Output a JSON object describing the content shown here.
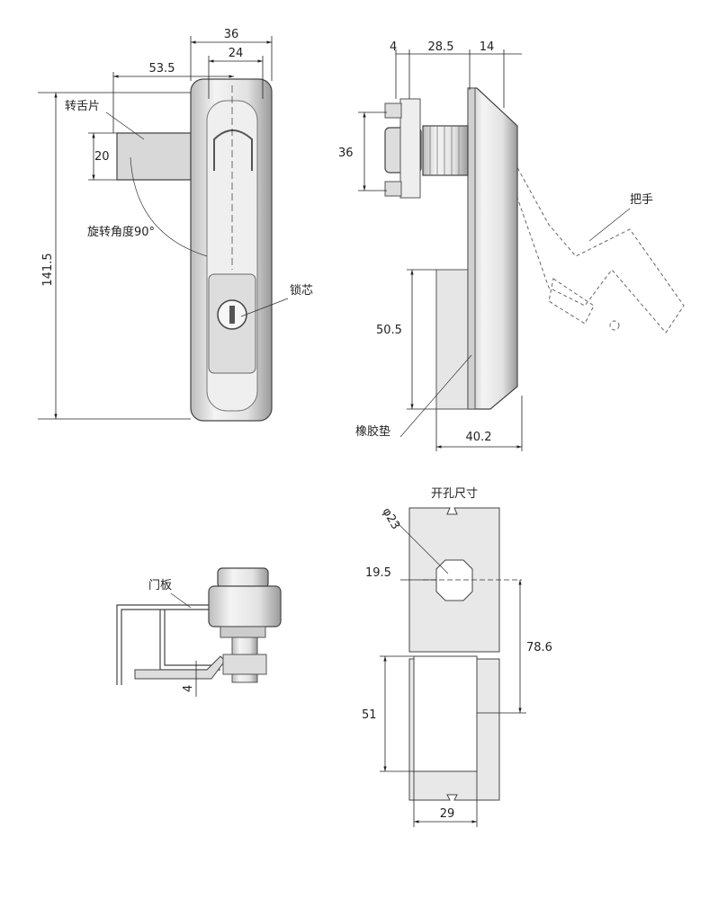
{
  "front_view": {
    "dim_width_total": "36",
    "dim_width_inner": "24",
    "dim_tongue_offset": "53.5",
    "label_tongue": "转舌片",
    "dim_tongue_height": "20",
    "label_rotation": "旋转角度90°",
    "dim_height_total": "141.5",
    "label_lock_core": "锁芯"
  },
  "side_view": {
    "dim_a": "4",
    "dim_b": "28.5",
    "dim_c": "14",
    "dim_bolt_spacing": "36",
    "label_handle": "把手",
    "dim_gasket_height": "50.5",
    "label_gasket": "橡胶垫",
    "dim_depth": "40.2"
  },
  "mount_view": {
    "label_door_panel": "门板",
    "dim_thickness": "4"
  },
  "cutout_view": {
    "title": "开孔尺寸",
    "dim_hole_diameter": "φ23",
    "dim_hole_flat": "19.5",
    "dim_spacing": "78.6",
    "dim_slot_height": "51",
    "dim_slot_width": "29"
  },
  "colors": {
    "line": "#222222",
    "fill_light": "#e8e8e8",
    "fill_mid": "#cfcfcf"
  }
}
